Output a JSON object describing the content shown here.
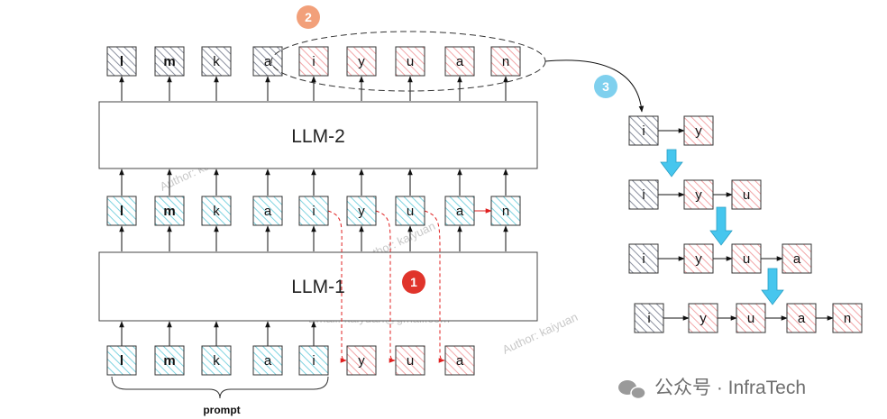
{
  "llm2": {
    "label": "LLM-2"
  },
  "llm1": {
    "label": "LLM-1"
  },
  "prompt": {
    "label": "prompt",
    "tokens": [
      "l",
      "m",
      "k",
      "a",
      "i"
    ]
  },
  "llm1_inputs_generated": [
    "y",
    "u",
    "a"
  ],
  "llm2_inputs": [
    "l",
    "m",
    "k",
    "a",
    "i",
    "y",
    "u",
    "a",
    "n"
  ],
  "llm2_outputs": [
    "l",
    "m",
    "k",
    "a",
    "i",
    "y",
    "u",
    "a",
    "n"
  ],
  "steps": {
    "one": "1",
    "two": "2",
    "three": "3"
  },
  "tree": {
    "row1": [
      "i",
      "y"
    ],
    "row2": [
      "i",
      "y",
      "u"
    ],
    "row3": [
      "i",
      "y",
      "u",
      "a"
    ],
    "row4": [
      "i",
      "y",
      "u",
      "a",
      "n"
    ]
  },
  "watermarks": [
    "Author: kaiyuan",
    "Author: kaiyuan",
    "Author: kaiyuan",
    "Email: kaiyuan@gmail.com"
  ],
  "footer": {
    "brand": "公众号 · InfraTech"
  },
  "colors": {
    "teal": "#7fd3e0",
    "pink": "#f2a6a8",
    "gray": "#8a8f9e",
    "badge1": "#e0342b",
    "badge2": "#f2a07a",
    "badge3": "#7fd0ee",
    "down_arrow": "#46c6ee",
    "red_arrow": "#e02020"
  }
}
